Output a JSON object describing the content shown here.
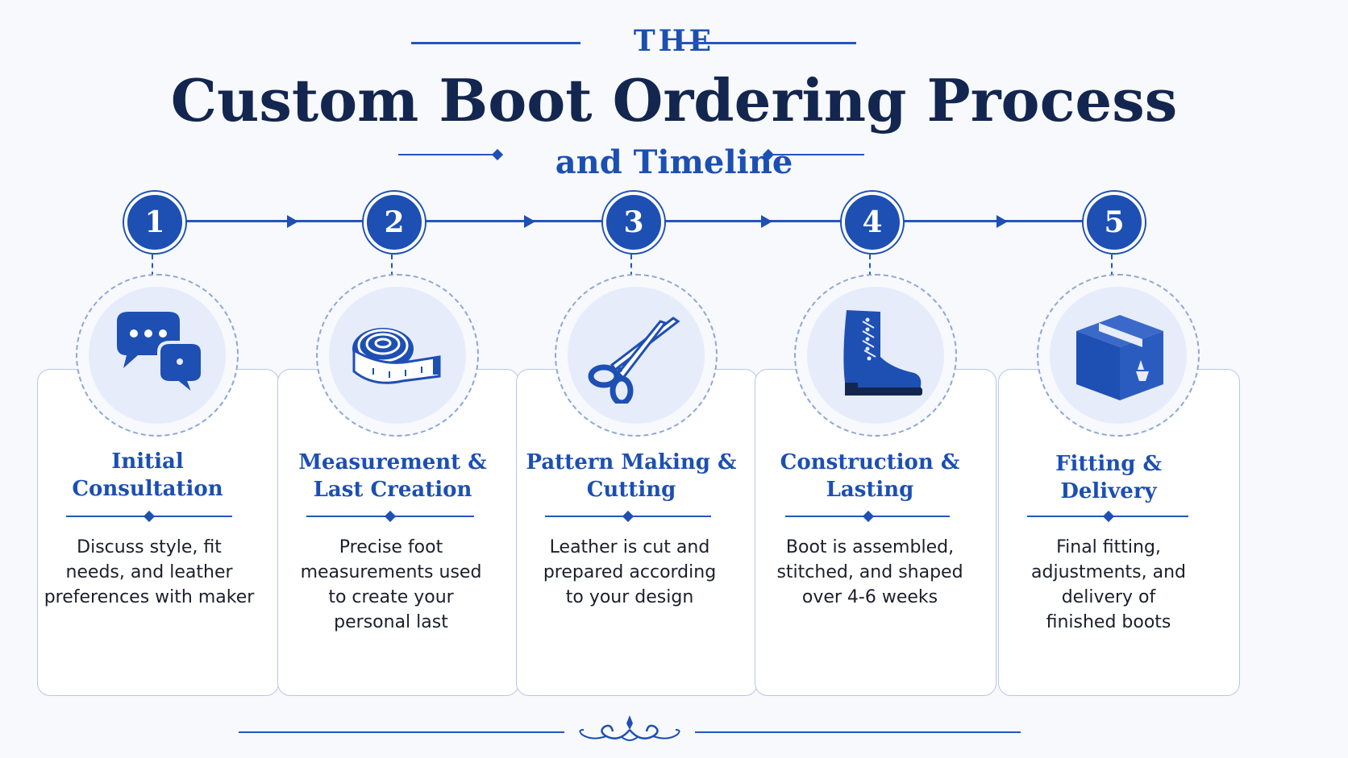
{
  "header": {
    "kicker": "THE",
    "title": "Custom Boot Ordering Process",
    "subtitle": "and Timeline"
  },
  "steps": [
    {
      "number": "1",
      "title_line1": "Initial",
      "title_line2": "Consultation",
      "icon": "speech-bubbles-icon",
      "desc": [
        "Discuss style, fit",
        "needs, and leather",
        "preferences with maker"
      ]
    },
    {
      "number": "2",
      "title_line1": "Measurement &",
      "title_line2": "Last Creation",
      "icon": "measuring-tape-icon",
      "desc": [
        "Precise foot",
        "measurements used",
        "to create your",
        "personal last"
      ]
    },
    {
      "number": "3",
      "title_line1": "Pattern Making &",
      "title_line2": "Cutting",
      "icon": "scissors-icon",
      "desc": [
        "Leather is cut and",
        "prepared according",
        "to your design"
      ]
    },
    {
      "number": "4",
      "title_line1": "Construction &",
      "title_line2": "Lasting",
      "icon": "boot-icon",
      "desc": [
        "Boot is assembled,",
        "stitched, and shaped",
        "over 4-6 weeks"
      ]
    },
    {
      "number": "5",
      "title_line1": "Fitting &",
      "title_line2": "Delivery",
      "icon": "package-box-icon",
      "desc": [
        "Final fitting,",
        "adjustments, and",
        "delivery of",
        "finished boots"
      ]
    }
  ],
  "colors": {
    "primary": "#1e4fb3",
    "navy": "#13264f",
    "card_border": "#b9c6e6",
    "icon_bg": "#e6ecf9"
  }
}
